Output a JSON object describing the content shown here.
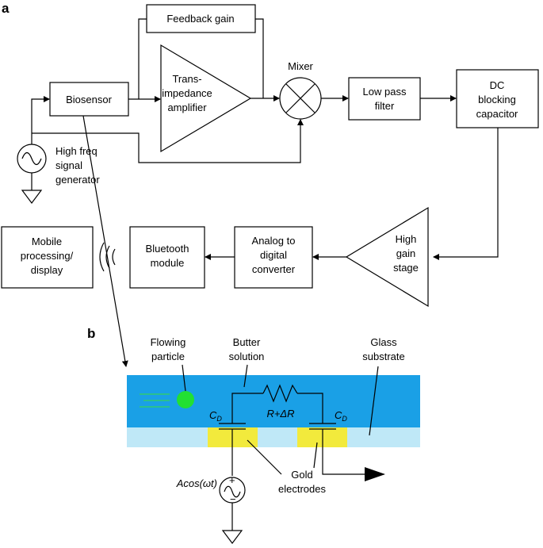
{
  "panel_a": {
    "label": "a",
    "feedback_gain": "Feedback gain",
    "biosensor": "Biosensor",
    "tia": [
      "Trans-",
      "impedance",
      "amplifier"
    ],
    "mixer": "Mixer",
    "low_pass": [
      "Low pass",
      "filter"
    ],
    "dc_block": [
      "DC",
      "blocking",
      "capacitor"
    ],
    "generator": [
      "High freq",
      "signal",
      "generator"
    ],
    "high_gain": [
      "High",
      "gain",
      "stage"
    ],
    "adc": [
      "Analog to",
      "digital",
      "converter"
    ],
    "bluetooth": [
      "Bluetooth",
      "module"
    ],
    "mobile": [
      "Mobile",
      "processing/",
      "display"
    ]
  },
  "panel_b": {
    "label": "b",
    "flowing_particle": [
      "Flowing",
      "particle"
    ],
    "buffer_solution": [
      "Butter",
      "solution"
    ],
    "glass_substrate": [
      "Glass",
      "substrate"
    ],
    "cd_left": "C",
    "cd_right": "C",
    "cd_sub": "D",
    "resistor": "R+ΔR",
    "gold_electrodes": [
      "Gold",
      "electrodes"
    ],
    "source": "Acos(ωt)"
  },
  "colors": {
    "buffer": "#1aa0e6",
    "substrate": "#bfe8f7",
    "gold": "#f2ea3c",
    "particle": "#22e033",
    "streak": "#35d35a"
  }
}
